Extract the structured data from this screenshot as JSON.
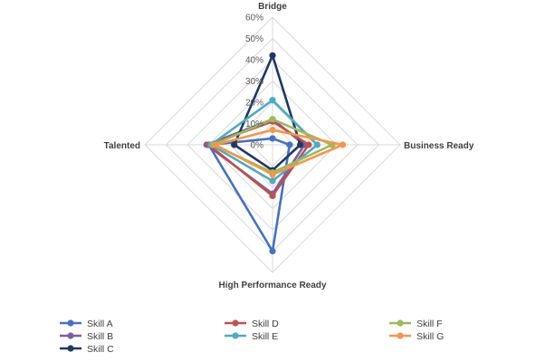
{
  "chart_data": {
    "type": "radar",
    "axes": [
      "Bridge",
      "Business Ready",
      "High Performance Ready",
      "Talented"
    ],
    "rlim": [
      0,
      0.6
    ],
    "ticks": [
      0,
      0.1,
      0.2,
      0.3,
      0.4,
      0.5,
      0.6
    ],
    "tick_labels": [
      "0%",
      "10%",
      "20%",
      "30%",
      "40%",
      "50%",
      "60%"
    ],
    "grid": true,
    "legend_position": "bottom",
    "series": [
      {
        "name": "Skill A",
        "color": "#4472C4",
        "values": [
          0.03,
          0.08,
          0.5,
          0.3
        ]
      },
      {
        "name": "Skill B",
        "color": "#7B5EA7",
        "values": [
          0.12,
          0.15,
          0.23,
          0.31
        ]
      },
      {
        "name": "Skill C",
        "color": "#1F3864",
        "values": [
          0.42,
          0.13,
          0.12,
          0.18
        ]
      },
      {
        "name": "Skill D",
        "color": "#C0504D",
        "values": [
          0.11,
          0.17,
          0.24,
          0.3
        ]
      },
      {
        "name": "Skill E",
        "color": "#4BACC6",
        "values": [
          0.21,
          0.21,
          0.17,
          0.29
        ]
      },
      {
        "name": "Skill F",
        "color": "#9BBB59",
        "values": [
          0.12,
          0.28,
          0.13,
          0.28
        ]
      },
      {
        "name": "Skill G",
        "color": "#F79646",
        "values": [
          0.07,
          0.33,
          0.14,
          0.27
        ]
      }
    ],
    "legend_order": [
      "Skill A",
      "Skill D",
      "Skill F",
      "Skill B",
      "Skill E",
      "Skill G",
      "Skill C"
    ]
  }
}
